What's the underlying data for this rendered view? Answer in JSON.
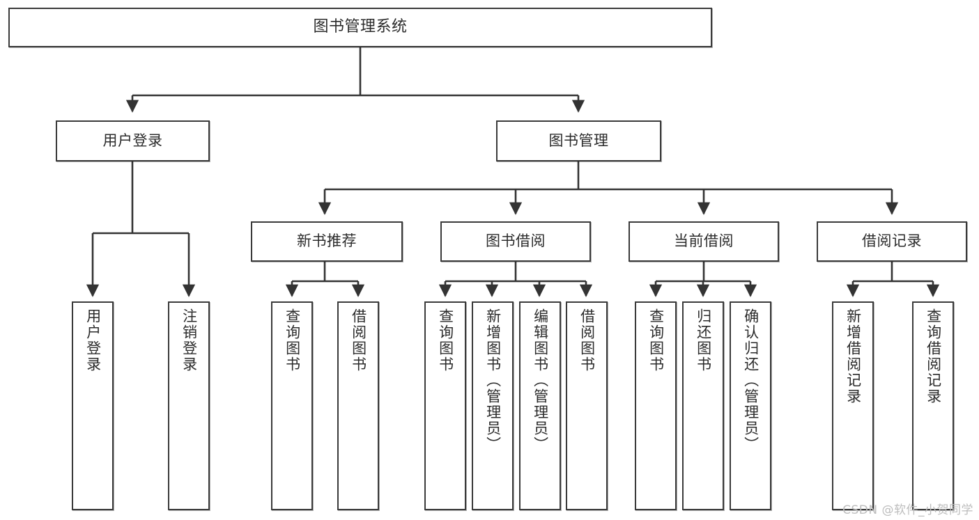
{
  "diagram": {
    "title": "图书管理系统",
    "type": "tree",
    "watermark": "CSDN @软件_小贺同学",
    "line_color": "#333333",
    "box_border_color": "#3a3a3a",
    "text_color": "#2b2b2b",
    "background": "#ffffff"
  },
  "root": {
    "label": "图书管理系统"
  },
  "level1": [
    {
      "label": "用户登录"
    },
    {
      "label": "图书管理"
    }
  ],
  "level2": [
    {
      "label": "新书推荐"
    },
    {
      "label": "图书借阅"
    },
    {
      "label": "当前借阅"
    },
    {
      "label": "借阅记录"
    }
  ],
  "leaves": {
    "user_login": [
      {
        "label": "用户登录"
      },
      {
        "label": "注销登录"
      }
    ],
    "new_book_recommend": [
      {
        "label": "查询图书"
      },
      {
        "label": "借阅图书"
      }
    ],
    "book_borrow": [
      {
        "label": "查询图书"
      },
      {
        "label": "新增图书（管理员）"
      },
      {
        "label": "编辑图书（管理员）"
      },
      {
        "label": "借阅图书"
      }
    ],
    "current_borrow": [
      {
        "label": "查询图书"
      },
      {
        "label": "归还图书"
      },
      {
        "label": "确认归还（管理员）"
      }
    ],
    "borrow_record": [
      {
        "label": "新增借阅记录"
      },
      {
        "label": "查询借阅记录"
      }
    ]
  }
}
